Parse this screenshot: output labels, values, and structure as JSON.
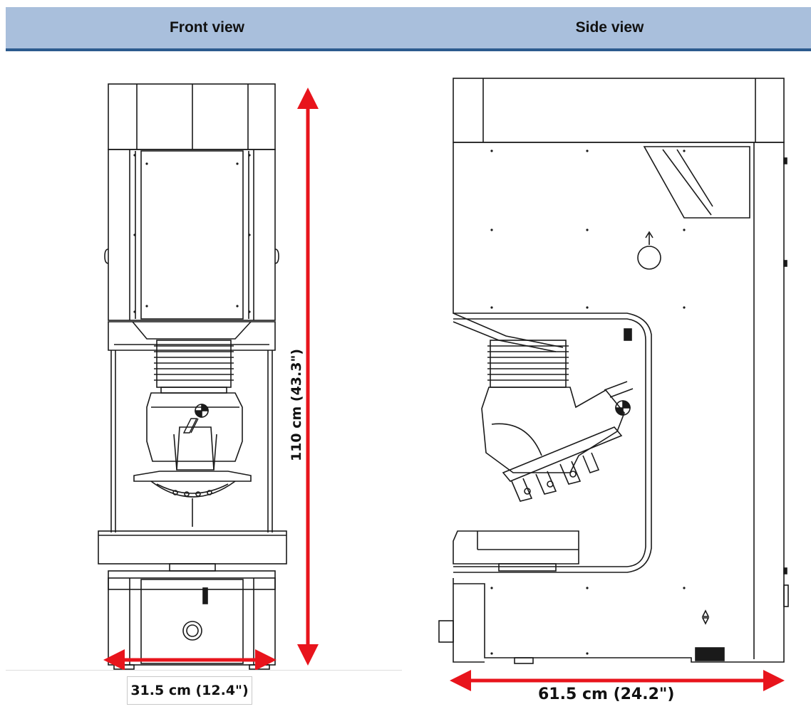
{
  "header": {
    "front_title": "Front view",
    "side_title": "Side view"
  },
  "dimensions": {
    "front_width": "31.5 cm (12.4\")",
    "height": "110 cm (43.3\")",
    "side_width": "61.5 cm (24.2\")"
  },
  "colors": {
    "header_bg": "#a9bfdc",
    "header_rule": "#2c5b8e",
    "dimension_arrow": "#e8141c",
    "line": "#1a1a1a"
  }
}
